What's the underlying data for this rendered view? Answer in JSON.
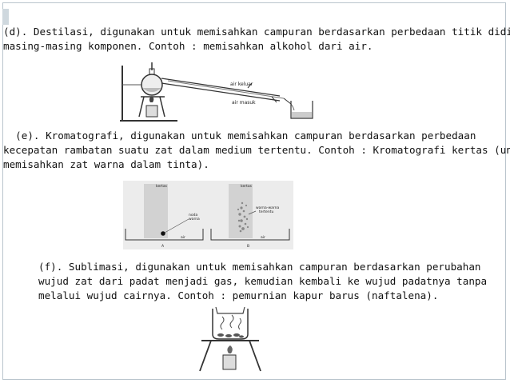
{
  "sections": {
    "d": {
      "line1": "(d). Destilasi, digunakan untuk memisahkan campuran berdasarkan perbedaan titik didih",
      "line2": "masing-masing komponen. Contoh : memisahkan alkohol dari air.",
      "figure": {
        "label_out": "air keluar",
        "label_in": "air masuk"
      }
    },
    "e": {
      "line1": "  (e). Kromatografi, digunakan untuk memisahkan campuran berdasarkan perbedaan",
      "line2": "kecepatan rambatan suatu zat dalam medium tertentu. Contoh : Kromatografi kertas (untuk",
      "line3": "memisahkan zat warna dalam tinta).",
      "figure": {
        "panel_a_label": "kertas",
        "panel_b_label": "kertas",
        "spot_label_1": "noda",
        "spot_label_2": "warna",
        "band_label_1": "warna-warna",
        "band_label_2": "tertentu",
        "solvent_a": "air",
        "solvent_b": "air",
        "caption_a": "A",
        "caption_b": "B"
      }
    },
    "f": {
      "line1": "(f). Sublimasi, digunakan untuk memisahkan campuran berdasarkan perubahan",
      "line2": "wujud zat dari padat menjadi gas, kemudian kembali ke wujud padatnya tanpa",
      "line3": "melalui wujud cairnya. Contoh : pemurnian kapur barus (naftalena)."
    }
  }
}
